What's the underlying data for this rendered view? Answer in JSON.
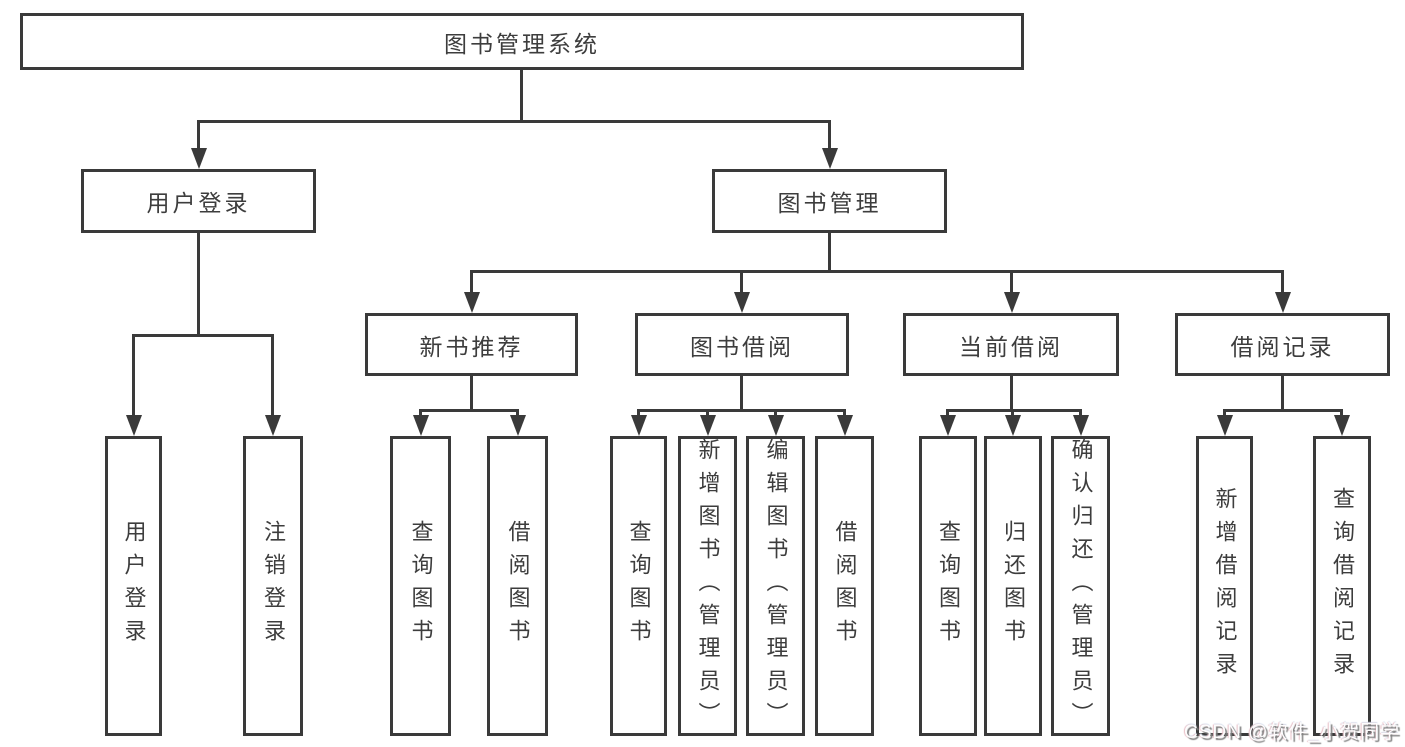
{
  "diagram": {
    "root": {
      "label": "图书管理系统"
    },
    "branches": [
      {
        "label": "用户登录",
        "children": [
          {
            "label": "用户登录"
          },
          {
            "label": "注销登录"
          }
        ]
      },
      {
        "label": "图书管理",
        "children": [
          {
            "label": "新书推荐",
            "children": [
              {
                "label": "查询图书"
              },
              {
                "label": "借阅图书"
              }
            ]
          },
          {
            "label": "图书借阅",
            "children": [
              {
                "label": "查询图书"
              },
              {
                "label": "新增图书（管理员）"
              },
              {
                "label": "编辑图书（管理员）"
              },
              {
                "label": "借阅图书"
              }
            ]
          },
          {
            "label": "当前借阅",
            "children": [
              {
                "label": "查询图书"
              },
              {
                "label": "归还图书"
              },
              {
                "label": "确认归还（管理员）"
              }
            ]
          },
          {
            "label": "借阅记录",
            "children": [
              {
                "label": "新增借阅记录"
              },
              {
                "label": "查询借阅记录"
              }
            ]
          }
        ]
      }
    ]
  },
  "watermark": {
    "text": "CSDN @软件_小贺同学"
  },
  "colors": {
    "line": "#3a3a3a",
    "text": "#3d3d3d",
    "background": "#ffffff"
  }
}
